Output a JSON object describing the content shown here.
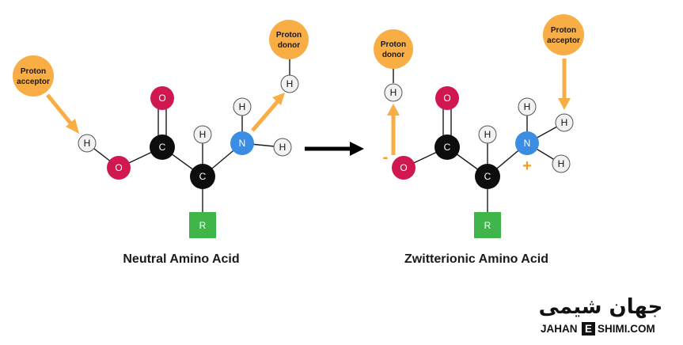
{
  "colors": {
    "oxygen": "#d0174f",
    "carbon": "#0d0d0d",
    "hydrogen": "#f2f2f2",
    "nitrogen": "#3a8de3",
    "r_group": "#3fb54a",
    "callout": "#f8ad45",
    "charge": "#f39c2a",
    "bond": "#1a1a1a"
  },
  "labels": {
    "oxygen": "O",
    "carbon": "C",
    "hydrogen": "H",
    "nitrogen": "N",
    "r_group": "R"
  },
  "neutral": {
    "caption": "Neutral Amino Acid",
    "acceptor": {
      "line1": "Proton",
      "line2": "acceptor"
    },
    "donor": {
      "line1": "Proton",
      "line2": "donor"
    }
  },
  "zwitterion": {
    "caption": "Zwitterionic Amino Acid",
    "donor": {
      "line1": "Proton",
      "line2": "donor"
    },
    "acceptor": {
      "line1": "Proton",
      "line2": "acceptor"
    },
    "negative_charge": "-",
    "positive_charge": "+"
  },
  "logo": {
    "persian": "جهان شیمی",
    "left": "JAHAN",
    "middle": "E",
    "right": "SHIMI.COM"
  }
}
